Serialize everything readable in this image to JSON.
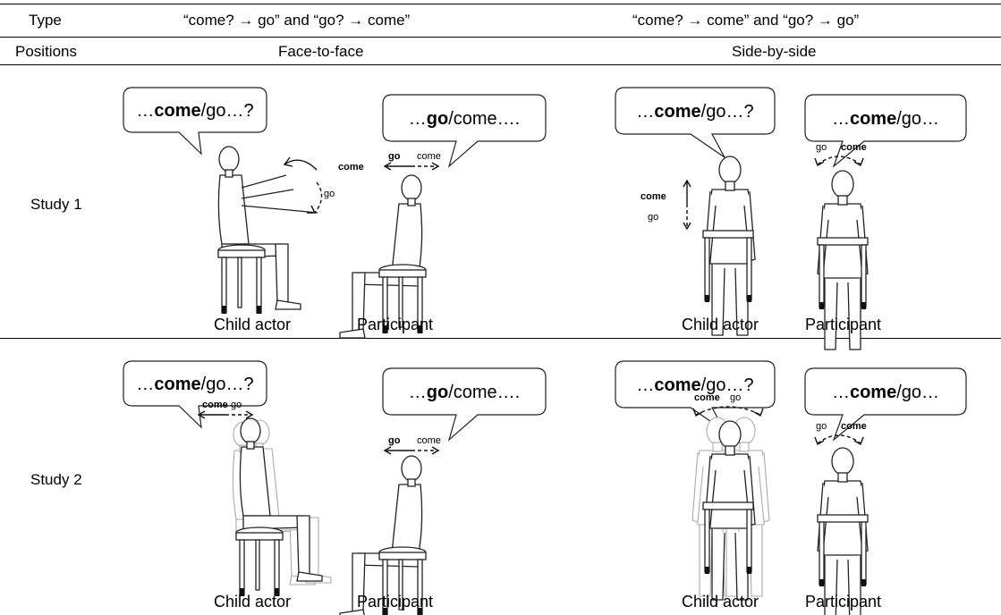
{
  "header": {
    "type_label": "Type",
    "type_col1": "“come? → go” and “go? → come”",
    "type_col2": "“come? → come” and “go? → go”",
    "positions_label": "Positions",
    "positions_col1": "Face-to-face",
    "positions_col2": "Side-by-side"
  },
  "rows": [
    {
      "label": "Study 1",
      "cells": [
        {
          "bubble_actor": {
            "pre": "…",
            "bold": "come",
            "post": "/go…?"
          },
          "bubble_participant": {
            "pre": "…",
            "bold": "go",
            "post": "/come…."
          },
          "actor_gesture": {
            "first": "come",
            "second": "go",
            "first_bold": true
          },
          "participant_gesture": {
            "first": "go",
            "second": "come",
            "first_bold": true
          },
          "caption_actor": "Child actor",
          "caption_participant": "Participant"
        },
        {
          "bubble_actor": {
            "pre": "…",
            "bold": "come",
            "post": "/go…?"
          },
          "bubble_participant": {
            "pre": "…",
            "bold": "come",
            "post": "/go…"
          },
          "actor_gesture": {
            "first": "come",
            "second": "go",
            "first_bold": true
          },
          "participant_gesture": {
            "first": "go",
            "second": "come",
            "first_bold": false
          },
          "caption_actor": "Child actor",
          "caption_participant": "Participant"
        }
      ]
    },
    {
      "label": "Study 2",
      "cells": [
        {
          "bubble_actor": {
            "pre": "…",
            "bold": "come",
            "post": "/go…?"
          },
          "bubble_participant": {
            "pre": "…",
            "bold": "go",
            "post": "/come…."
          },
          "actor_gesture": {
            "first": "come",
            "second": "go",
            "first_bold": true
          },
          "participant_gesture": {
            "first": "go",
            "second": "come",
            "first_bold": true
          },
          "caption_actor": "Child actor",
          "caption_participant": "Participant"
        },
        {
          "bubble_actor": {
            "pre": "…",
            "bold": "come",
            "post": "/go…?"
          },
          "bubble_participant": {
            "pre": "…",
            "bold": "come",
            "post": "/go…"
          },
          "actor_gesture": {
            "first": "come",
            "second": "go",
            "first_bold": true
          },
          "participant_gesture": {
            "first": "go",
            "second": "come",
            "first_bold": false
          },
          "caption_actor": "Child actor",
          "caption_participant": "Participant"
        }
      ]
    }
  ]
}
